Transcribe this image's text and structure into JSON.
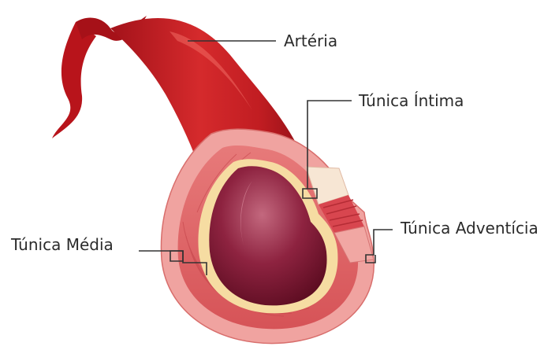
{
  "labels": {
    "arteria": "Artéria",
    "intima": "Túnica Íntima",
    "adventicia": "Túnica Adventícia",
    "media": "Túnica Média"
  },
  "colors": {
    "vessel_dark": "#9a0f14",
    "vessel_main": "#c81d24",
    "vessel_highlight": "#e0413f",
    "adventitia": "#eb8c8a",
    "media": "#d95a5c",
    "intima": "#f4d9a0",
    "lumen": "#7c1630",
    "lumen_highlight": "#b3506a",
    "leader_line": "#333333",
    "text": "#2b2b2b"
  }
}
